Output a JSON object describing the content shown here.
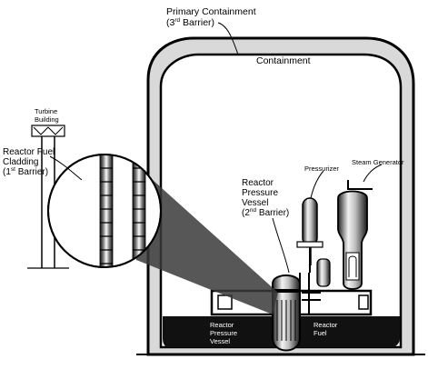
{
  "labels": {
    "primary_containment_line1": "Primary Containment",
    "primary_containment_line2_pre": "(3",
    "primary_containment_line2_sup": "rd",
    "primary_containment_line2_post": " Barrier)",
    "containment": "Containment",
    "turbine_line1": "Turbine",
    "turbine_line2": "Building",
    "cladding_line1": "Reactor Fuel",
    "cladding_line2": "Cladding",
    "cladding_line3_pre": "(1",
    "cladding_line3_sup": "st",
    "cladding_line3_post": " Barrier)",
    "rpv_line1": "Reactor",
    "rpv_line2": "Pressure",
    "rpv_line3": "Vessel",
    "rpv_line4_pre": "(2",
    "rpv_line4_sup": "nd",
    "rpv_line4_post": " Barrier)",
    "pressurizer": "Pressurizer",
    "steam_generator": "Steam Generator",
    "inner_rpv_line1": "Reactor",
    "inner_rpv_line2": "Pressure",
    "inner_rpv_line3": "Vessel",
    "reactor_fuel_line1": "Reactor",
    "reactor_fuel_line2": "Fuel"
  },
  "colors": {
    "ink": "#000000",
    "paper": "#ffffff",
    "dome_fill": "#d9d9d9",
    "floor_fill": "#111111"
  }
}
